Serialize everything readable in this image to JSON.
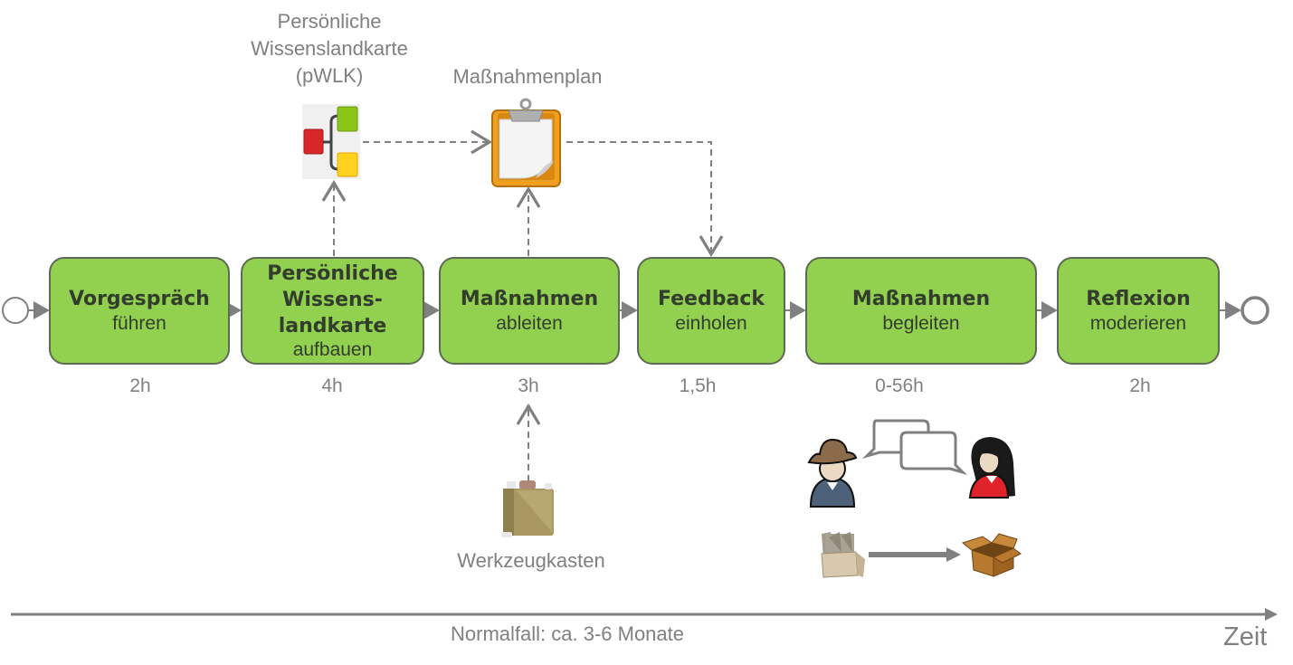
{
  "diagram": {
    "steps": [
      {
        "title": "Vorgespräch",
        "subtitle": "führen",
        "duration": "2h"
      },
      {
        "title": "Persönliche Wissens- landkarte",
        "title_lines": [
          "Persönliche",
          "Wissens-",
          "landkarte"
        ],
        "subtitle": "aufbauen",
        "duration": "4h"
      },
      {
        "title": "Maßnahmen",
        "subtitle": "ableiten",
        "duration": "3h"
      },
      {
        "title": "Feedback",
        "subtitle": "einholen",
        "duration": "1,5h"
      },
      {
        "title": "Maßnahmen",
        "subtitle": "begleiten",
        "duration": "0-56h"
      },
      {
        "title": "Reflexion",
        "subtitle": "moderieren",
        "duration": "2h"
      }
    ],
    "artifacts": {
      "pwlk": {
        "lines": [
          "Persönliche",
          "Wissenslandkarte",
          "(pWLK)"
        ],
        "icon": "mind-map-icon"
      },
      "plan": {
        "label": "Maßnahmenplan",
        "icon": "clipboard-icon"
      },
      "toolbox": {
        "label": "Werkzeugkasten",
        "icon": "briefcase-icon"
      }
    },
    "illustrations": {
      "conversation": {
        "icons": [
          "man-with-hat-icon",
          "speech-bubbles-icon",
          "woman-icon"
        ]
      },
      "transfer": {
        "icons": [
          "box-with-files-icon",
          "arrow-right-icon",
          "open-box-icon"
        ]
      }
    },
    "timeline": {
      "caption": "Normalfall: ca. 3-6 Monate",
      "axis_label": "Zeit"
    },
    "colors": {
      "box_fill": "#92d050",
      "box_border": "#5f6a55",
      "text_dark": "#333d2e",
      "connector": "#808080"
    }
  }
}
